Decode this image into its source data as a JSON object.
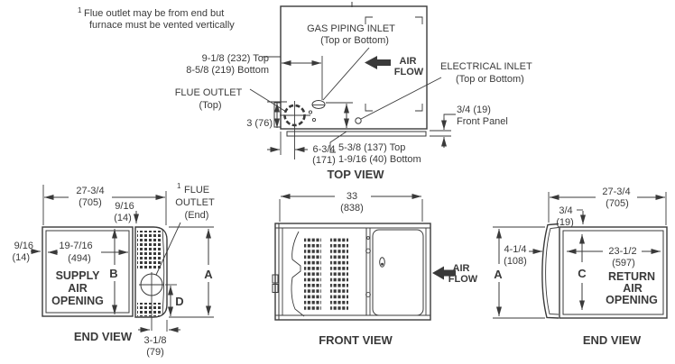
{
  "colors": {
    "ink": "#3a3a3a",
    "background": "#ffffff"
  },
  "footnote": {
    "marker": "1",
    "line1": "Flue outlet may be from end but",
    "line2": "furnace must be vented vertically"
  },
  "top_view": {
    "caption": "TOP VIEW",
    "air_flow": [
      "AIR",
      "FLOW"
    ],
    "labels": {
      "gas_inlet": [
        "GAS PIPING INLET",
        "(Top or Bottom)"
      ],
      "electrical_inlet": [
        "ELECTRICAL INLET",
        "(Top or Bottom)"
      ],
      "flue_outlet": [
        "FLUE OUTLET",
        "(Top)"
      ],
      "front_panel": [
        "3/4 (19)",
        "Front Panel"
      ]
    },
    "dimensions": {
      "gas_inlet_offset": [
        "9-1/8 (232) Top",
        "8-5/8 (219) Bottom"
      ],
      "flue_from_bottom": "3 (76)",
      "flue_offset": [
        "6-3/4",
        "(171)"
      ],
      "electrical_offset": [
        "5-3/8 (137) Top",
        "1-9/16 (40) Bottom"
      ]
    }
  },
  "left_end_view": {
    "caption": "END VIEW",
    "opening_label": [
      "SUPPLY",
      "AIR",
      "OPENING"
    ],
    "flue_label": {
      "marker": "1",
      "lines": [
        "FLUE",
        "OUTLET",
        "(End)"
      ]
    },
    "dimensions": {
      "overall_width": [
        "27-3/4",
        "(705)"
      ],
      "top_gap": [
        "9/16",
        "(14)"
      ],
      "side_gap": [
        "9/16",
        "(14)"
      ],
      "opening_width": [
        "19-7/16",
        "(494)"
      ],
      "flue_from_edge": [
        "3-1/8",
        "(79)"
      ],
      "letters": {
        "a": "A",
        "b": "B",
        "d": "D"
      }
    }
  },
  "front_view": {
    "caption": "FRONT VIEW",
    "air_flow": [
      "AIR",
      "FLOW"
    ],
    "dimensions": {
      "overall_width": [
        "33",
        "(838)"
      ]
    }
  },
  "right_end_view": {
    "caption": "END VIEW",
    "opening_label": [
      "RETURN",
      "AIR",
      "OPENING"
    ],
    "dimensions": {
      "overall_width": [
        "27-3/4",
        "(705)"
      ],
      "front_panel": [
        "3/4",
        "(19)"
      ],
      "front_depth": [
        "4-1/4",
        "(108)"
      ],
      "opening_width": [
        "23-1/2",
        "(597)"
      ],
      "letters": {
        "a": "A",
        "c": "C"
      }
    }
  }
}
